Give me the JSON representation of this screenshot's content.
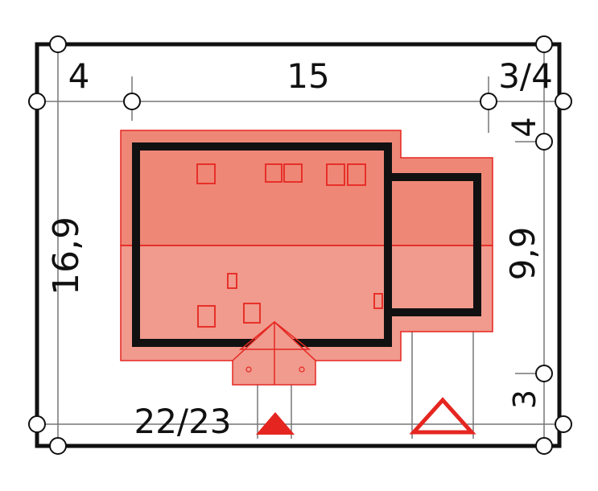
{
  "dimensions": {
    "top_left": "4",
    "top_middle": "15",
    "top_right": "3/4",
    "left_vertical": "16,9",
    "right_top": "4",
    "right_middle": "9,9",
    "right_bottom": "3",
    "bottom_left": "22/23"
  },
  "colors": {
    "plot_border": "#111111",
    "roof_light": "#f19a8e",
    "roof_dark": "#ef8777",
    "roof_edge": "#e52620",
    "wall": "#111111",
    "entry_arrow": "#e52620",
    "dimension_line": "#777777"
  },
  "icons": {
    "entry_marker_filled": "filled-triangle-icon",
    "entry_marker_outline": "outline-triangle-icon",
    "reference_point": "circle-node-icon"
  }
}
